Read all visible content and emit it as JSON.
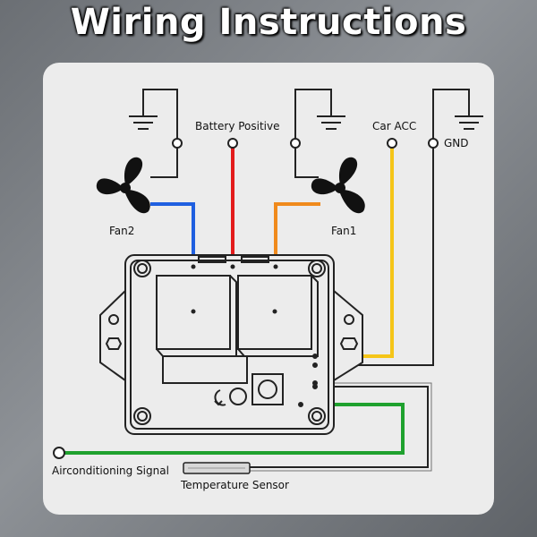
{
  "title": "Wiring Instructions",
  "labels": {
    "battery_positive": "Battery Positive",
    "car_acc": "Car ACC",
    "gnd": "GND",
    "fan2": "Fan2",
    "fan1": "Fan1",
    "ac_signal": "Airconditioning Signal",
    "temp_sensor": "Temperature Sensor"
  },
  "colors": {
    "blue_wire": "#1f5fe0",
    "red_wire": "#e31b1b",
    "orange_wire": "#f08a1c",
    "yellow_wire": "#f5c518",
    "green_wire": "#1fa12e",
    "black_wire": "#222222"
  }
}
